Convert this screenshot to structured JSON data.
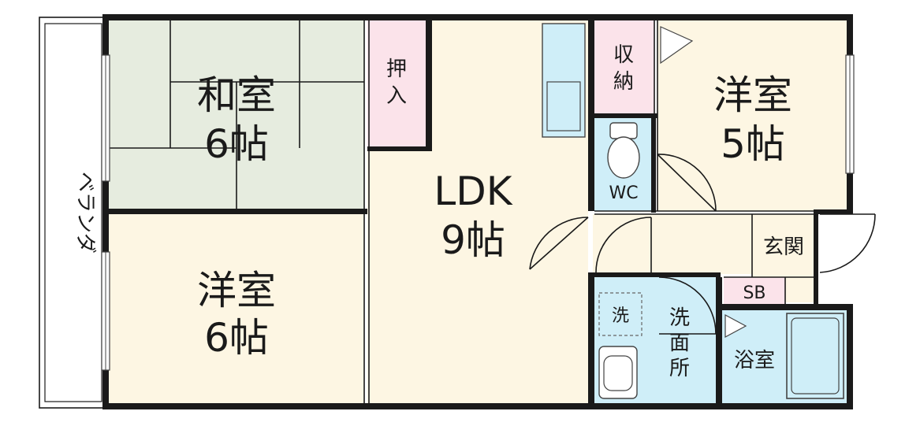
{
  "title": "",
  "rooms": {
    "washitsu": {
      "name": "和室",
      "size": "6帖"
    },
    "yoshitsu_sw": {
      "name": "洋室",
      "size": "6帖"
    },
    "ldk": {
      "name": "LDK",
      "size": "9帖"
    },
    "yoshitsu_ne": {
      "name": "洋室",
      "size": "5帖"
    }
  },
  "labels": {
    "oshiire_1": "押",
    "oshiire_2": "入",
    "shuno_1": "収",
    "shuno_2": "納",
    "wc": "WC",
    "genkan": "玄関",
    "sb": "SB",
    "sentaku": "洗",
    "senmen_1": "洗",
    "senmen_2": "面",
    "senmen_3": "所",
    "yokushitsu": "浴室",
    "veranda": "ベランダ"
  },
  "colors": {
    "tatami": "#e6ecdf",
    "floor": "#fdf6e3",
    "closet": "#fbe3ea",
    "wet": "#cfeef8",
    "wall": "#1a1a1a"
  }
}
